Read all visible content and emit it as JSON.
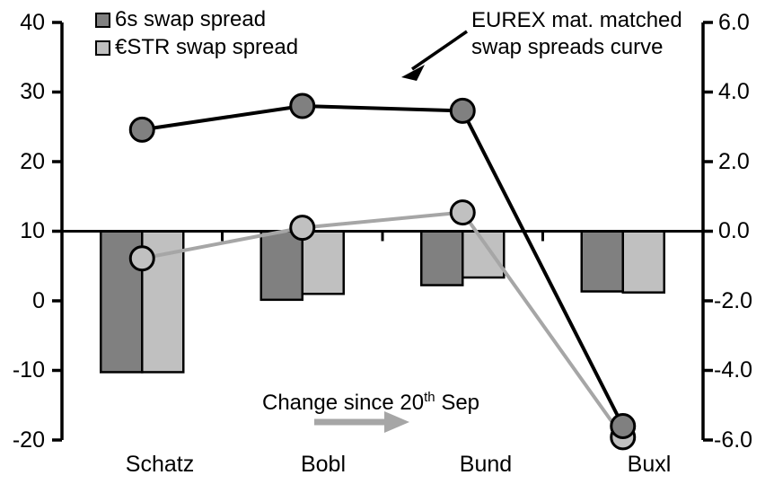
{
  "chart_data": {
    "type": "bar",
    "title": "",
    "categories": [
      "Schatz",
      "Bobl",
      "Bund",
      "Buxl"
    ],
    "series": [
      {
        "name": "6s swap spread",
        "axis": "right",
        "render": "bar",
        "color": "#808080",
        "values": [
          -4.05,
          -1.97,
          -1.55,
          -1.73
        ]
      },
      {
        "name": "€STR swap spread",
        "axis": "right",
        "render": "bar",
        "color": "#c0c0c0",
        "values": [
          -4.05,
          -1.8,
          -1.33,
          -1.76
        ]
      },
      {
        "name": "EUREX mat. matched swap spreads curve",
        "axis": "left",
        "render": "line",
        "color": "#000000",
        "values": [
          24.6,
          28.0,
          27.3,
          -18.0
        ]
      },
      {
        "name": "Change since 20th Sep",
        "axis": "left",
        "render": "line",
        "color": "#a6a6a6",
        "values": [
          6.1,
          10.5,
          12.7,
          -19.6
        ]
      }
    ],
    "left_axis": {
      "label": "",
      "min": -20,
      "max": 40,
      "step": 10,
      "ticks": [
        "40",
        "30",
        "20",
        "10",
        "0",
        "-10",
        "-20"
      ]
    },
    "right_axis": {
      "label": "",
      "min": -6.0,
      "max": 6.0,
      "step": 2.0,
      "ticks": [
        "6.0",
        "4.0",
        "2.0",
        "0.0",
        "-2.0",
        "-4.0",
        "-6.0"
      ]
    },
    "zero_line_value_left": 10,
    "grid": false,
    "legend_position": "top-left",
    "xlabel": "",
    "ylabel": ""
  },
  "legend": {
    "items": [
      {
        "label": "6s swap spread",
        "color": "#808080"
      },
      {
        "label": "€STR swap spread",
        "color": "#c0c0c0"
      }
    ]
  },
  "annotations": {
    "curve_line1": "EUREX mat. matched",
    "curve_line2": "swap spreads curve",
    "change_prefix": "Change since 20",
    "change_sup": "th",
    "change_suffix": " Sep"
  },
  "axes": {
    "left_ticks": [
      "40",
      "30",
      "20",
      "10",
      "0",
      "-10",
      "-20"
    ],
    "right_ticks": [
      "6.0",
      "4.0",
      "2.0",
      "0.0",
      "-2.0",
      "-4.0",
      "-6.0"
    ],
    "categories": [
      "Schatz",
      "Bobl",
      "Bund",
      "Buxl"
    ]
  },
  "colors": {
    "bar_dark": "#808080",
    "bar_light": "#c0c0c0",
    "line_black": "#000000",
    "line_gray": "#a6a6a6",
    "axis": "#000000"
  }
}
